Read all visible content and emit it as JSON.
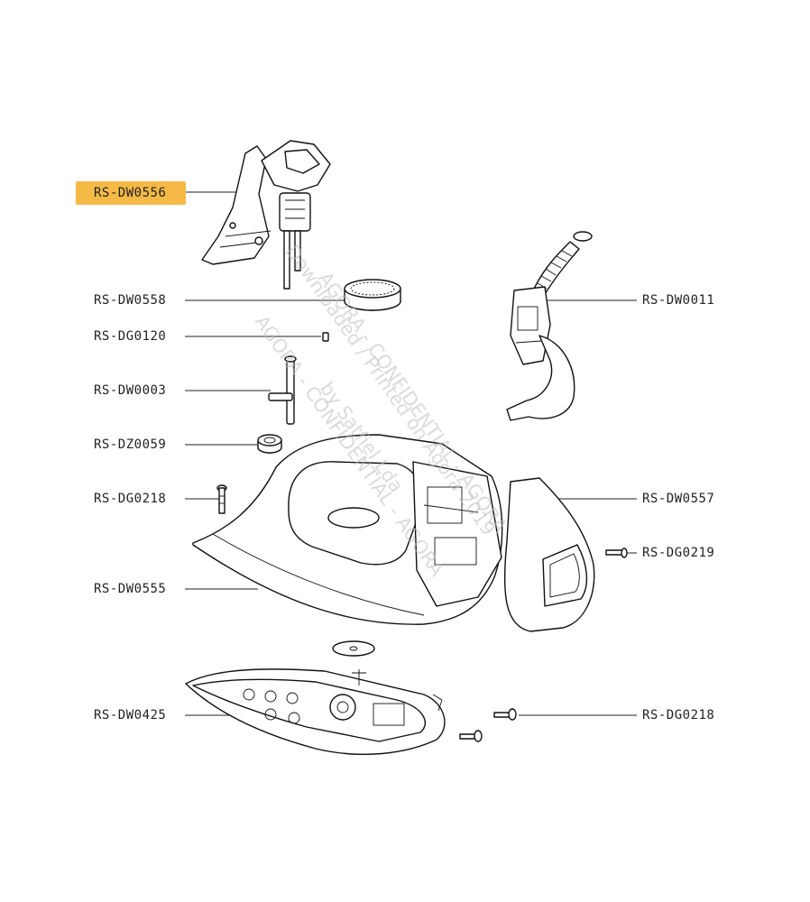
{
  "highlight_color": "#f5b946",
  "labels": {
    "dw0556": "RS-DW0556",
    "dw0558": "RS-DW0558",
    "dg0120": "RS-DG0120",
    "dw0003": "RS-DW0003",
    "dz0059": "RS-DZ0059",
    "dg0218_left": "RS-DG0218",
    "dw0555": "RS-DW0555",
    "dw0425": "RS-DW0425",
    "dw0011": "RS-DW0011",
    "dw0557": "RS-DW0557",
    "dg0219": "RS-DG0219",
    "dg0218_right": "RS-DG0218"
  },
  "watermark": {
    "line1": "AGORA - CONFIDENTIAL - AGORA",
    "line2": "Downloaded / Printed on Agora 2019",
    "line3": "by Satfiel Lda",
    "line4": "AGORA - CONFIDENTIAL - AGORA"
  }
}
